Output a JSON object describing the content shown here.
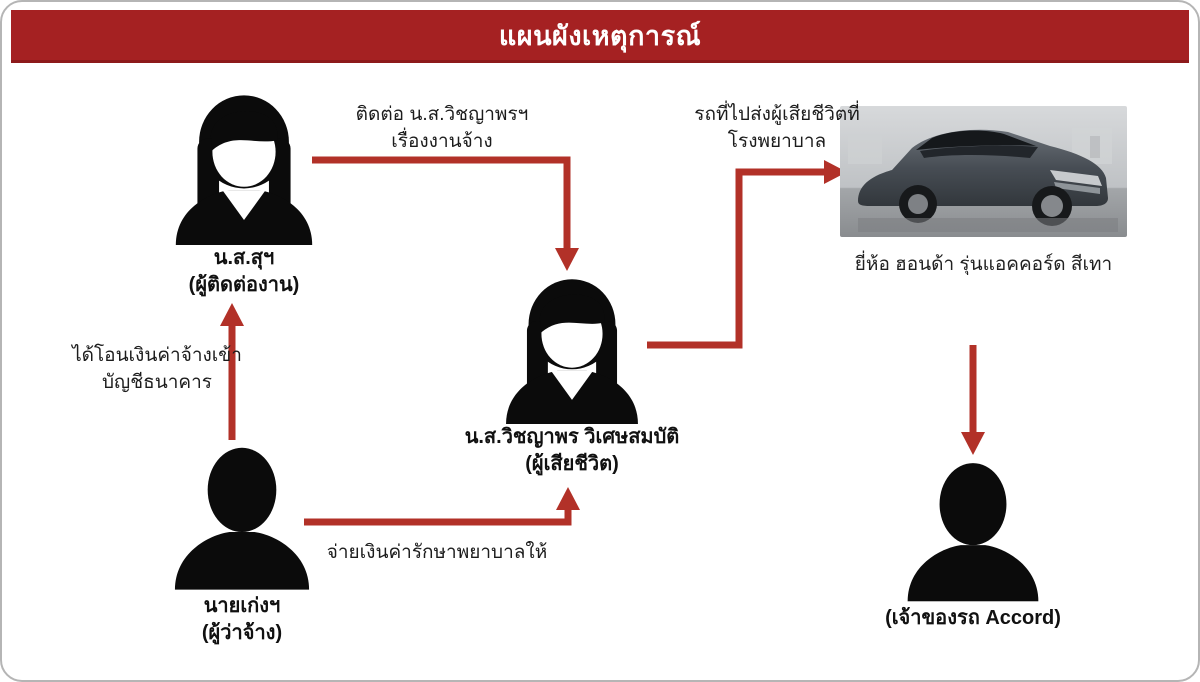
{
  "header": {
    "title": "แผนผังเหตุการณ์"
  },
  "nodes": {
    "contact_woman": {
      "name": "น.ส.สุฯ",
      "role": "(ผู้ติดต่องาน)",
      "icon": "female-silhouette-icon"
    },
    "victim_woman": {
      "name": "น.ส.วิชญาพร วิเศษสมบัติ",
      "role": "(ผู้เสียชีวิต)",
      "icon": "female-silhouette-icon"
    },
    "employer_man": {
      "name": "นายเก่งฯ",
      "role": "(ผู้ว่าจ้าง)",
      "icon": "male-silhouette-icon"
    },
    "car_owner_man": {
      "role": "(เจ้าของรถ Accord)",
      "icon": "male-silhouette-icon"
    },
    "car": {
      "caption": "ยี่ห้อ ฮอนด้า รุ่นแอคคอร์ด สีเทา",
      "icon": "car-photo"
    }
  },
  "edges": {
    "contact_to_victim": {
      "line1": "ติดต่อ น.ส.วิชญาพรฯ",
      "line2": "เรื่องงานจ้าง"
    },
    "victim_to_car": {
      "line1": "รถที่ไปส่งผู้เสียชีวิตที่",
      "line2": "โรงพยาบาล"
    },
    "employer_to_contact": {
      "line1": "ได้โอนเงินค่าจ้างเข้า",
      "line2": "บัญชีธนาคาร"
    },
    "employer_to_victim": {
      "line1": "จ่ายเงินค่ารักษาพยาบาลให้"
    }
  },
  "colors": {
    "header_red": "#a52122",
    "arrow_red": "#b23128",
    "text_black": "#111111"
  }
}
